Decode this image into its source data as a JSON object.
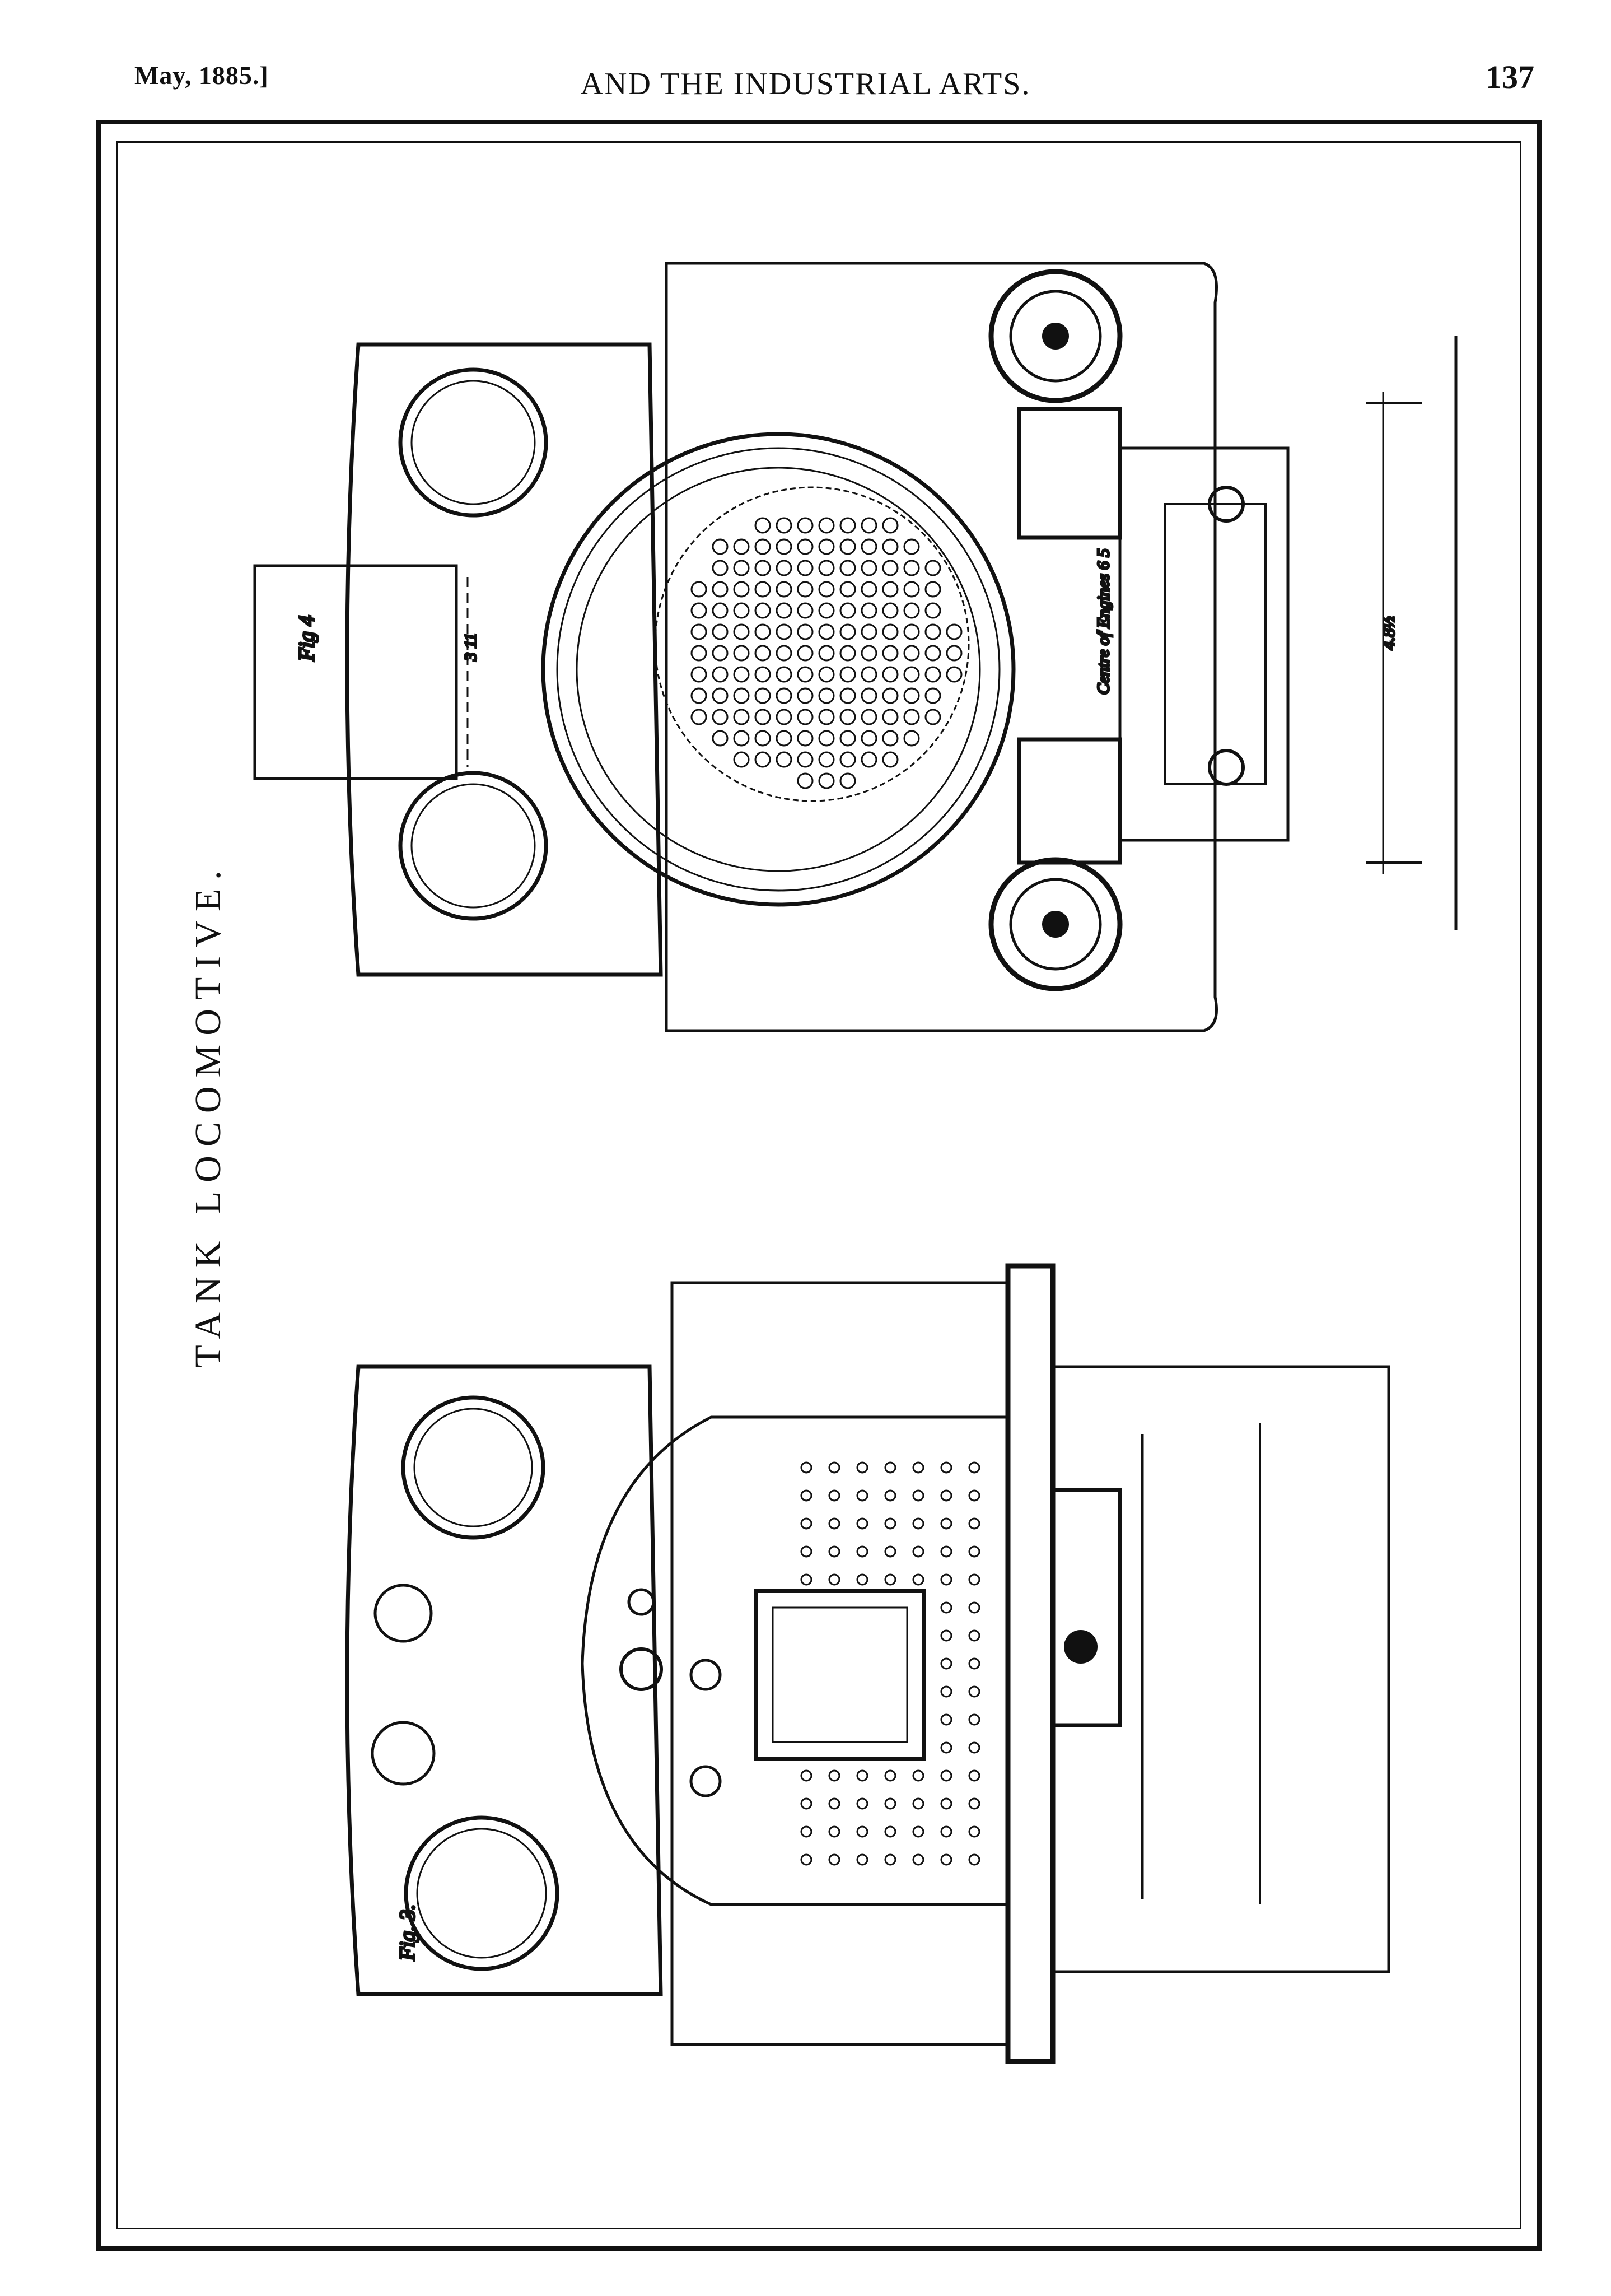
{
  "header": {
    "date": "May, 1885.]",
    "running_title": "AND THE INDUSTRIAL ARTS.",
    "page_number": "137"
  },
  "plate": {
    "title": "TANK LOCOMOTIVE.",
    "fig4_label": "Fig 4",
    "fig3_label": "Fig. 3.",
    "dim_a": "3 11",
    "dim_b": "4.8½",
    "dim_c": "Centre of Engines 6 5"
  }
}
